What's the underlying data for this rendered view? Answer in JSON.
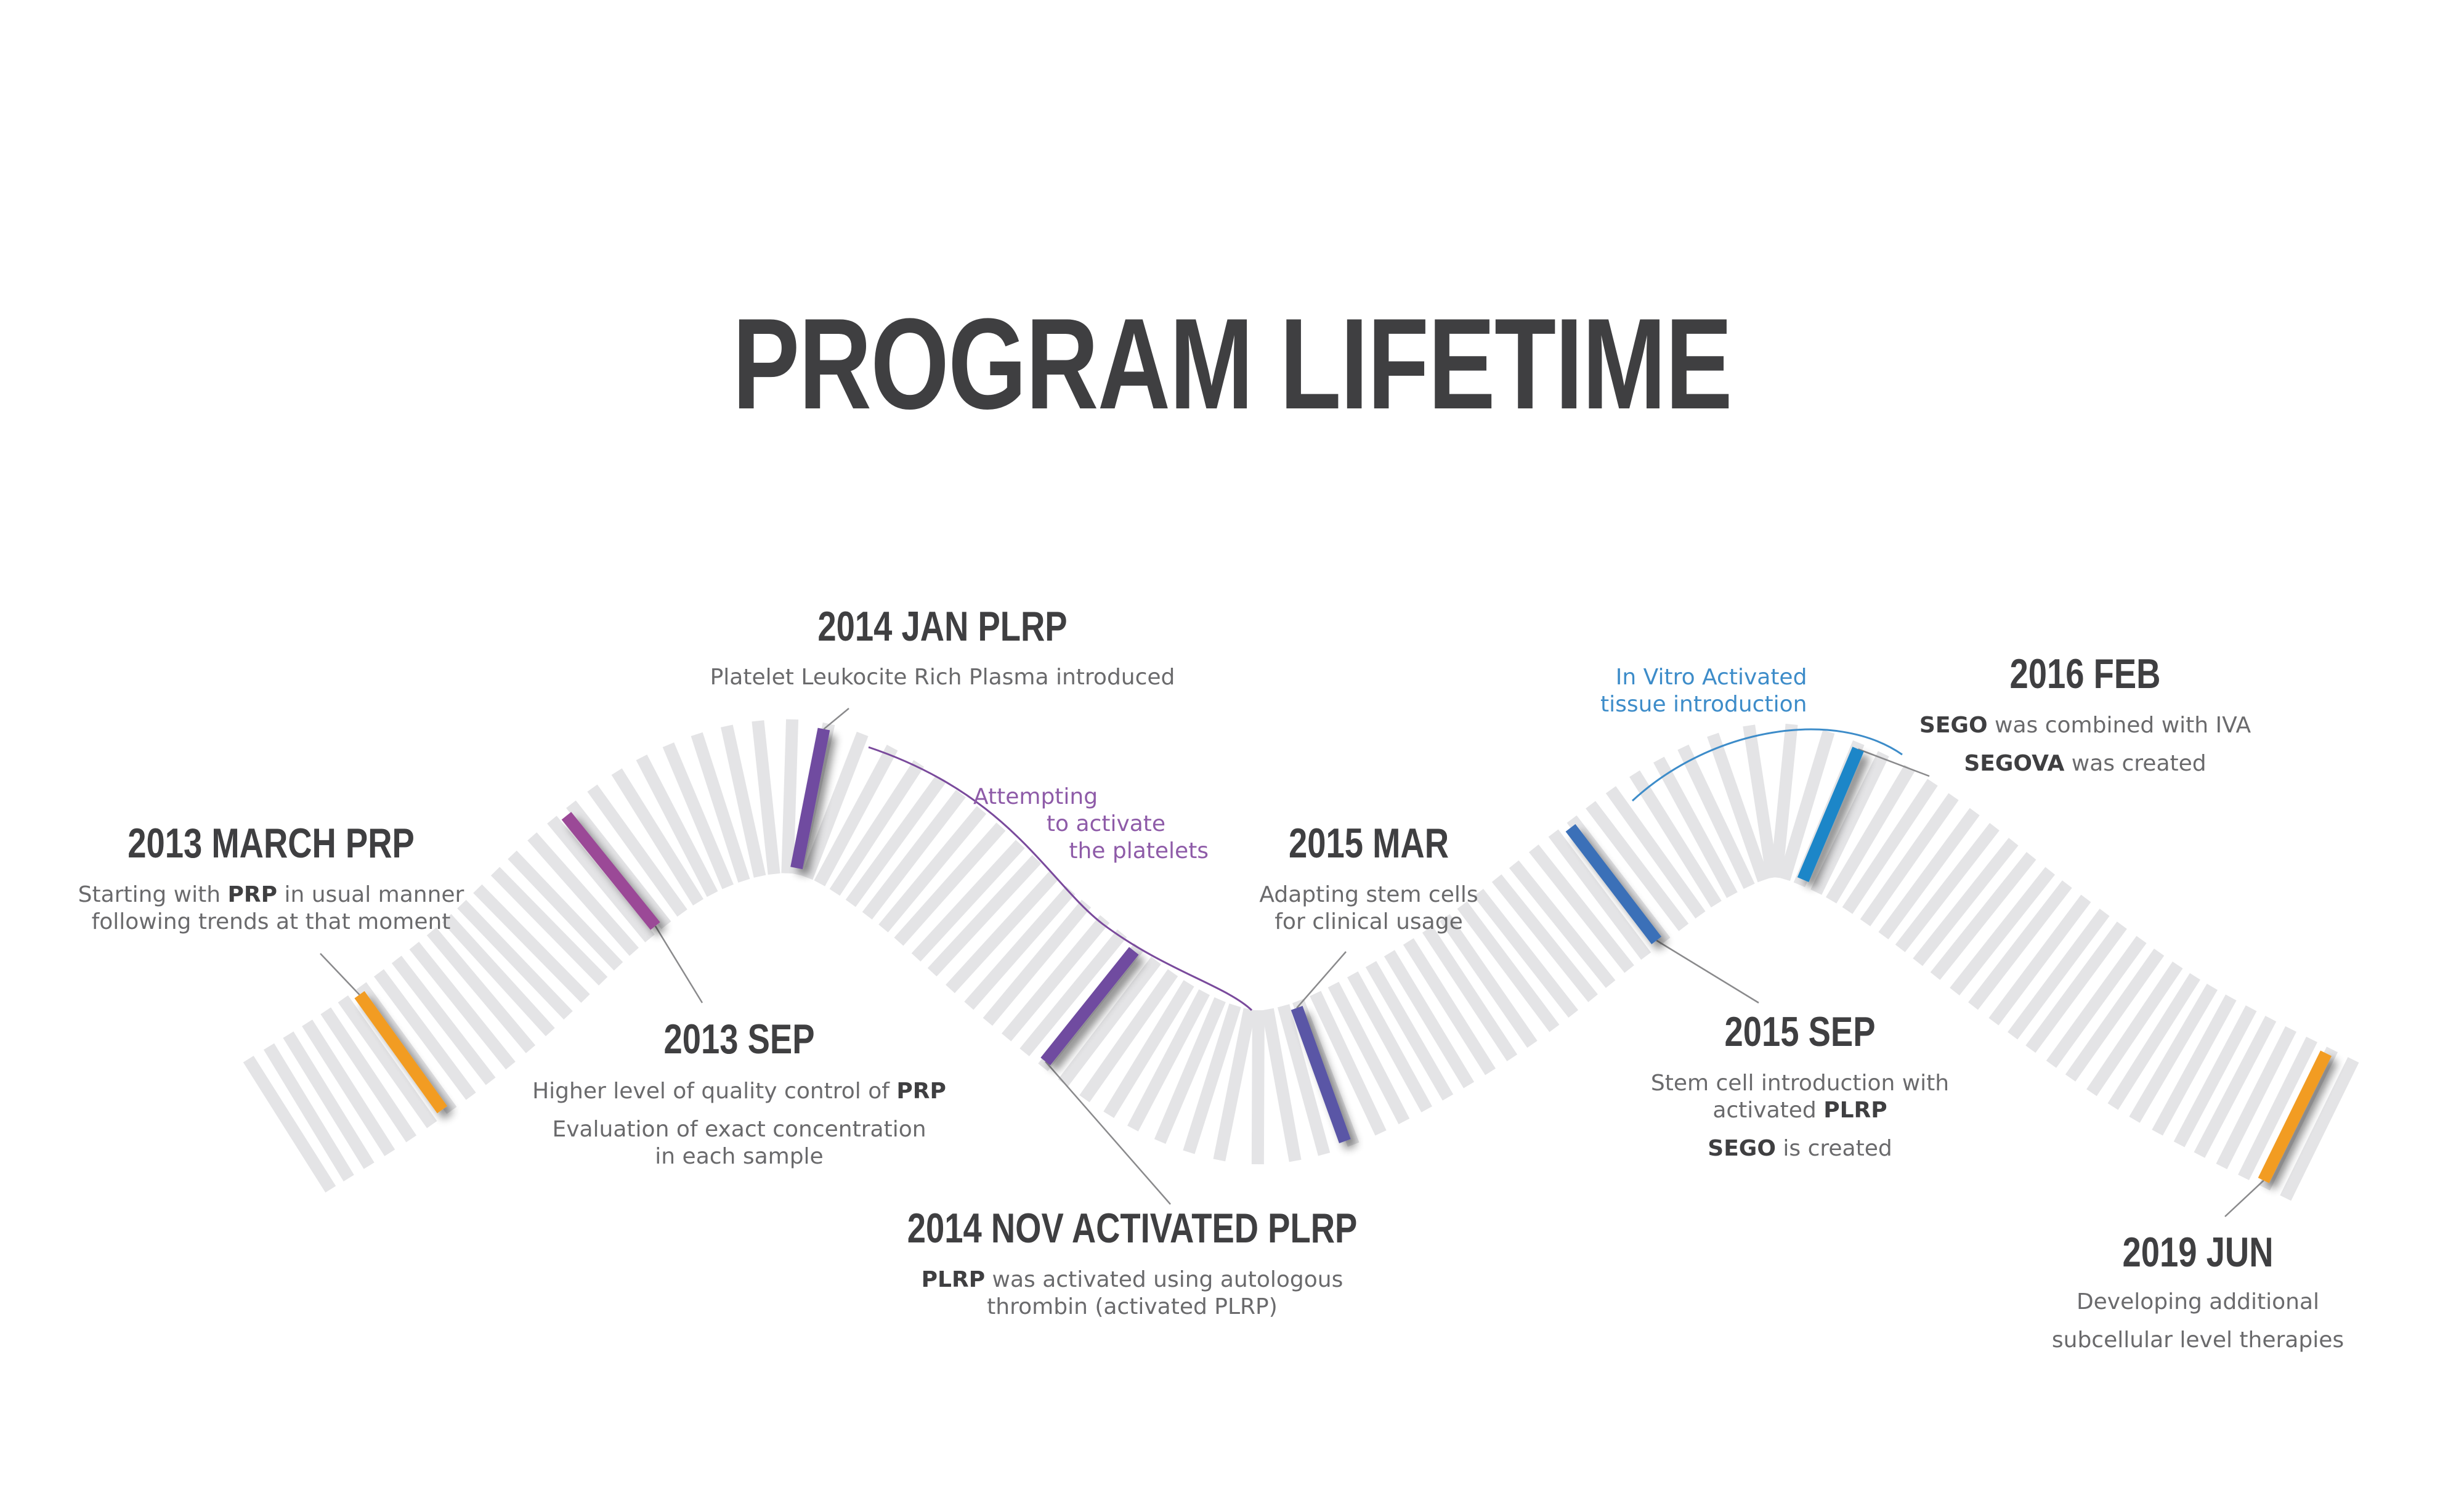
{
  "title": "PROGRAM LIFETIME",
  "colors": {
    "background": "#ffffff",
    "ribbon": "#e4e4e6",
    "text_dark": "#3f3f41",
    "text_body": "#6a6a6c",
    "orange": "#f29c20",
    "magenta": "#9b4a97",
    "purple": "#6f4ba0",
    "blue_violet": "#5a56a6",
    "blue": "#3b6fb8",
    "sky_blue": "#1e86c8",
    "anno_purple": "#8e5ba8",
    "anno_blue": "#3d8cc9"
  },
  "events": [
    {
      "id": "e1",
      "heading": "2013 MARCH PRP",
      "lines": [
        [
          "Starting with ",
          "PRP",
          " in usual manner"
        ],
        [
          "following trends at that moment"
        ]
      ],
      "marker_color": "orange"
    },
    {
      "id": "e2",
      "heading": "2013 SEP",
      "lines": [
        [
          "Higher level of quality control of ",
          "PRP"
        ],
        [
          "Evaluation of exact concentration"
        ],
        [
          "in each sample"
        ]
      ],
      "marker_color": "magenta"
    },
    {
      "id": "e3",
      "heading": "2014 JAN PLRP",
      "lines": [
        [
          "Platelet Leukocite Rich Plasma introduced"
        ]
      ],
      "marker_color": "purple"
    },
    {
      "id": "e4",
      "heading": "2014 NOV ACTIVATED PLRP",
      "lines": [
        [
          "",
          "PLRP",
          " was activated using autologous"
        ],
        [
          "thrombin (activated PLRP)"
        ]
      ],
      "marker_color": "purple"
    },
    {
      "id": "e5",
      "heading": "2015 MAR",
      "lines": [
        [
          "Adapting stem cells"
        ],
        [
          "for clinical usage"
        ]
      ],
      "marker_color": "blue_violet"
    },
    {
      "id": "e6",
      "heading": "2015 SEP",
      "lines": [
        [
          "Stem cell introduction with"
        ],
        [
          "activated ",
          "PLRP"
        ],
        [
          "",
          "SEGO",
          " is created"
        ]
      ],
      "marker_color": "blue"
    },
    {
      "id": "e7",
      "heading": "2016 FEB",
      "lines": [
        [
          "",
          "SEGO",
          " was combined with IVA"
        ],
        [
          "",
          "SEGOVA",
          " was created"
        ]
      ],
      "marker_color": "sky_blue"
    },
    {
      "id": "e8",
      "heading": "2019 JUN",
      "lines": [
        [
          "Developing additional"
        ],
        [
          "subcellular level therapies"
        ]
      ],
      "marker_color": "orange"
    }
  ],
  "annotations": [
    {
      "id": "a1",
      "lines": [
        "Attempting",
        "to activate",
        "the platelets"
      ],
      "color": "anno_purple"
    },
    {
      "id": "a2",
      "lines": [
        "In Vitro Activated",
        "tissue introduction"
      ],
      "color": "anno_blue"
    }
  ]
}
